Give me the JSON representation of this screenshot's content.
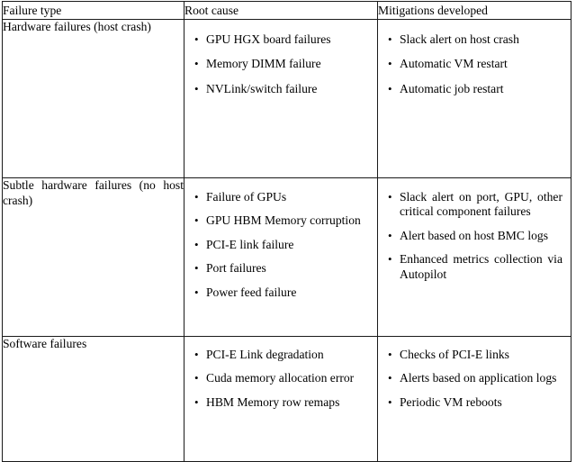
{
  "table": {
    "columns": [
      {
        "key": "failure_type",
        "header": "Failure type"
      },
      {
        "key": "root_cause",
        "header": "Root cause"
      },
      {
        "key": "mitigations",
        "header": "Mitigations developed"
      }
    ],
    "rows": [
      {
        "failure_type": "Hardware failures (host crash)",
        "root_cause": [
          "GPU HGX board failures",
          "Memory DIMM failure",
          "NVLink/switch failure"
        ],
        "mitigations": [
          "Slack alert on host crash",
          "Automatic VM restart",
          "Automatic job restart"
        ]
      },
      {
        "failure_type": "Subtle hardware failures (no host crash)",
        "root_cause": [
          "Failure of GPUs",
          "GPU HBM Memory corruption",
          "PCI-E link failure",
          "Port failures",
          "Power feed failure"
        ],
        "mitigations": [
          "Slack alert on port, GPU, other critical component failures",
          "Alert based on host BMC logs",
          "Enhanced metrics collection via Autopilot"
        ]
      },
      {
        "failure_type": "Software failures",
        "root_cause": [
          "PCI-E Link degradation",
          "Cuda memory allocation error",
          "HBM Memory row remaps"
        ],
        "mitigations": [
          "Checks of PCI-E links",
          "Alerts based on application logs",
          "Periodic VM reboots"
        ]
      }
    ]
  },
  "style": {
    "border_color": "#1a1a1a",
    "text_color": "#000000",
    "background_color": "#ffffff"
  }
}
